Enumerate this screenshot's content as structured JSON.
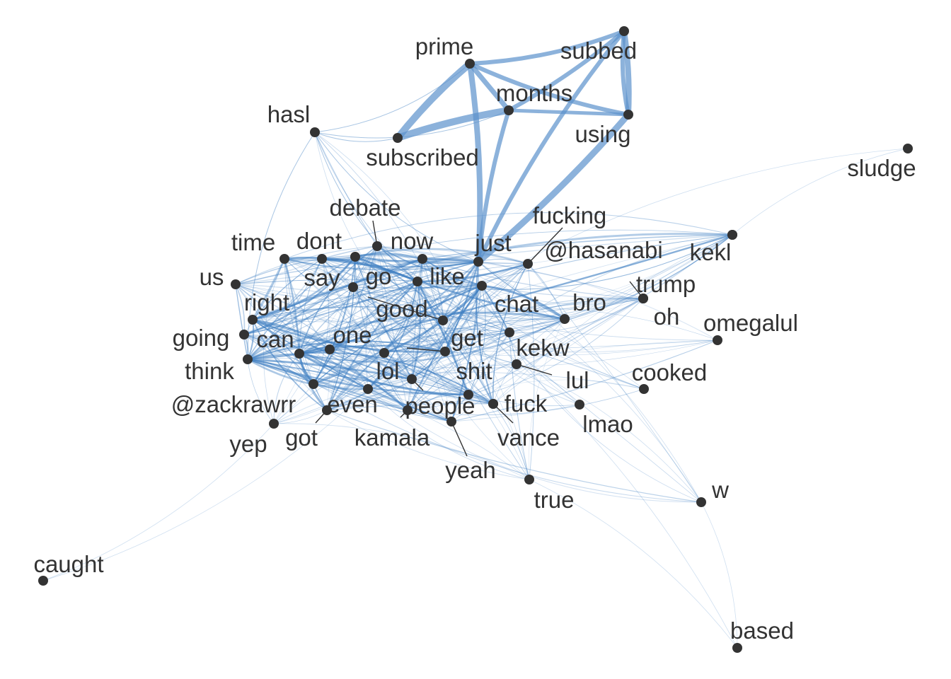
{
  "colors": {
    "edge": "#3f7fc2",
    "strong_edge": "#5b92cc",
    "node": "#333333",
    "label": "#333333",
    "background": "#ffffff"
  },
  "nodes": [
    {
      "id": "prime",
      "label": "prime"
    },
    {
      "id": "subbed",
      "label": "subbed"
    },
    {
      "id": "months",
      "label": "months"
    },
    {
      "id": "using",
      "label": "using"
    },
    {
      "id": "hasl",
      "label": "hasl"
    },
    {
      "id": "subscribed",
      "label": "subscribed"
    },
    {
      "id": "sludge",
      "label": "sludge"
    },
    {
      "id": "debate",
      "label": "debate"
    },
    {
      "id": "fucking",
      "label": "fucking"
    },
    {
      "id": "time",
      "label": "time"
    },
    {
      "id": "dont",
      "label": "dont"
    },
    {
      "id": "now",
      "label": "now"
    },
    {
      "id": "just",
      "label": "just"
    },
    {
      "id": "hasanabi",
      "label": "@hasanabi"
    },
    {
      "id": "kekl",
      "label": "kekl"
    },
    {
      "id": "us",
      "label": "us"
    },
    {
      "id": "say",
      "label": "say"
    },
    {
      "id": "go",
      "label": "go"
    },
    {
      "id": "like",
      "label": "like"
    },
    {
      "id": "trump",
      "label": "trump"
    },
    {
      "id": "right",
      "label": "right"
    },
    {
      "id": "good",
      "label": "good"
    },
    {
      "id": "chat",
      "label": "chat"
    },
    {
      "id": "bro",
      "label": "bro"
    },
    {
      "id": "oh",
      "label": "oh"
    },
    {
      "id": "omegalul",
      "label": "omegalul"
    },
    {
      "id": "going",
      "label": "going"
    },
    {
      "id": "can",
      "label": "can"
    },
    {
      "id": "one",
      "label": "one"
    },
    {
      "id": "get",
      "label": "get"
    },
    {
      "id": "kekw",
      "label": "kekw"
    },
    {
      "id": "think",
      "label": "think"
    },
    {
      "id": "lol",
      "label": "lol"
    },
    {
      "id": "shit",
      "label": "shit"
    },
    {
      "id": "lul",
      "label": "lul"
    },
    {
      "id": "cooked",
      "label": "cooked"
    },
    {
      "id": "zackrawrr",
      "label": "@zackrawrr"
    },
    {
      "id": "even",
      "label": "even"
    },
    {
      "id": "people",
      "label": "people"
    },
    {
      "id": "fuck",
      "label": "fuck"
    },
    {
      "id": "lmao",
      "label": "lmao"
    },
    {
      "id": "yep",
      "label": "yep"
    },
    {
      "id": "got",
      "label": "got"
    },
    {
      "id": "kamala",
      "label": "kamala"
    },
    {
      "id": "vance",
      "label": "vance"
    },
    {
      "id": "yeah",
      "label": "yeah"
    },
    {
      "id": "true",
      "label": "true"
    },
    {
      "id": "w",
      "label": "w"
    },
    {
      "id": "caught",
      "label": "caught"
    },
    {
      "id": "based",
      "label": "based"
    }
  ]
}
